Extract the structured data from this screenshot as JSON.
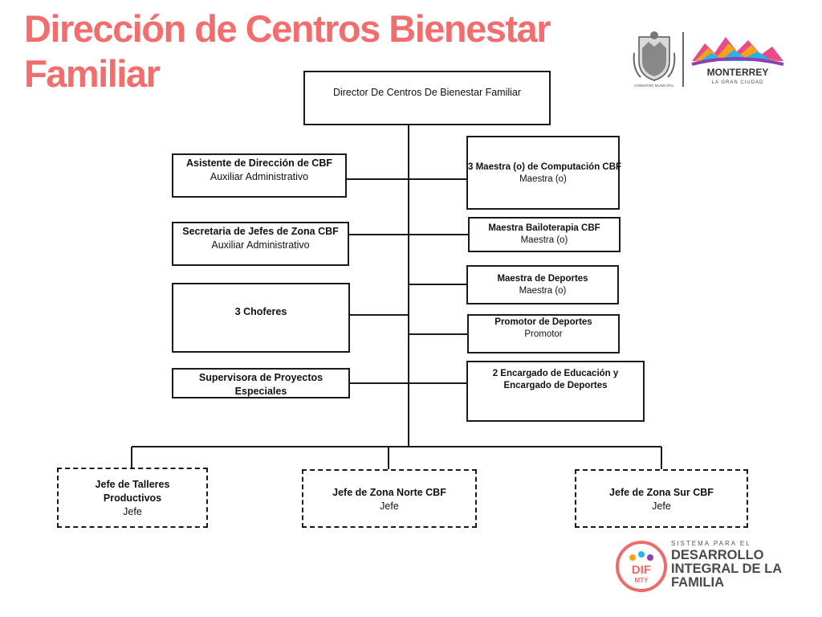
{
  "title": {
    "line1": "Dirección de Centros Bienestar",
    "line2": "Familiar"
  },
  "director": {
    "title": "Director De Centros De Bienestar Familiar"
  },
  "left_boxes": [
    {
      "title": "Asistente de Dirección de CBF",
      "subtitle": "Auxiliar Administrativo"
    },
    {
      "title": "Secretaria de Jefes de Zona CBF",
      "subtitle": "Auxiliar Administrativo"
    },
    {
      "title": "3   Choferes",
      "subtitle": ""
    },
    {
      "title": "Supervisora de Proyectos Especiales",
      "subtitle": ""
    }
  ],
  "right_boxes": [
    {
      "title": "3  Maestra (o) de Computación CBF",
      "subtitle": "Maestra (o)"
    },
    {
      "title": "Maestra Bailoterapia CBF",
      "subtitle": "Maestra (o)"
    },
    {
      "title": "Maestra de Deportes",
      "subtitle": "Maestra (o)"
    },
    {
      "title": "Promotor de Deportes",
      "subtitle": "Promotor"
    },
    {
      "title": "2   Encargado de Educación y",
      "subtitle": "Encargado de Deportes"
    }
  ],
  "bottom_boxes": [
    {
      "title": "Jefe de Talleres",
      "title2": "Productivos",
      "subtitle": "Jefe"
    },
    {
      "title": "Jefe de Zona Norte CBF",
      "subtitle": "Jefe"
    },
    {
      "title": "Jefe de Zona Sur CBF",
      "subtitle": "Jefe"
    }
  ],
  "logos": {
    "monterrey": {
      "name": "MONTERREY",
      "tagline": "LA GRAN CIUDAD",
      "shield_caption": "GOBIERNO MUNICIPAL"
    },
    "dif": {
      "small": "SISTEMA PARA EL",
      "line1": "DESARROLLO",
      "line2": "INTEGRAL DE LA",
      "line3": "FAMILIA",
      "badge": "DIF",
      "badge_sub": "MTY"
    }
  },
  "colors": {
    "title": "#f26d6d",
    "lines": "#1a1a1a",
    "dif_badge": "#ef6b6b"
  }
}
